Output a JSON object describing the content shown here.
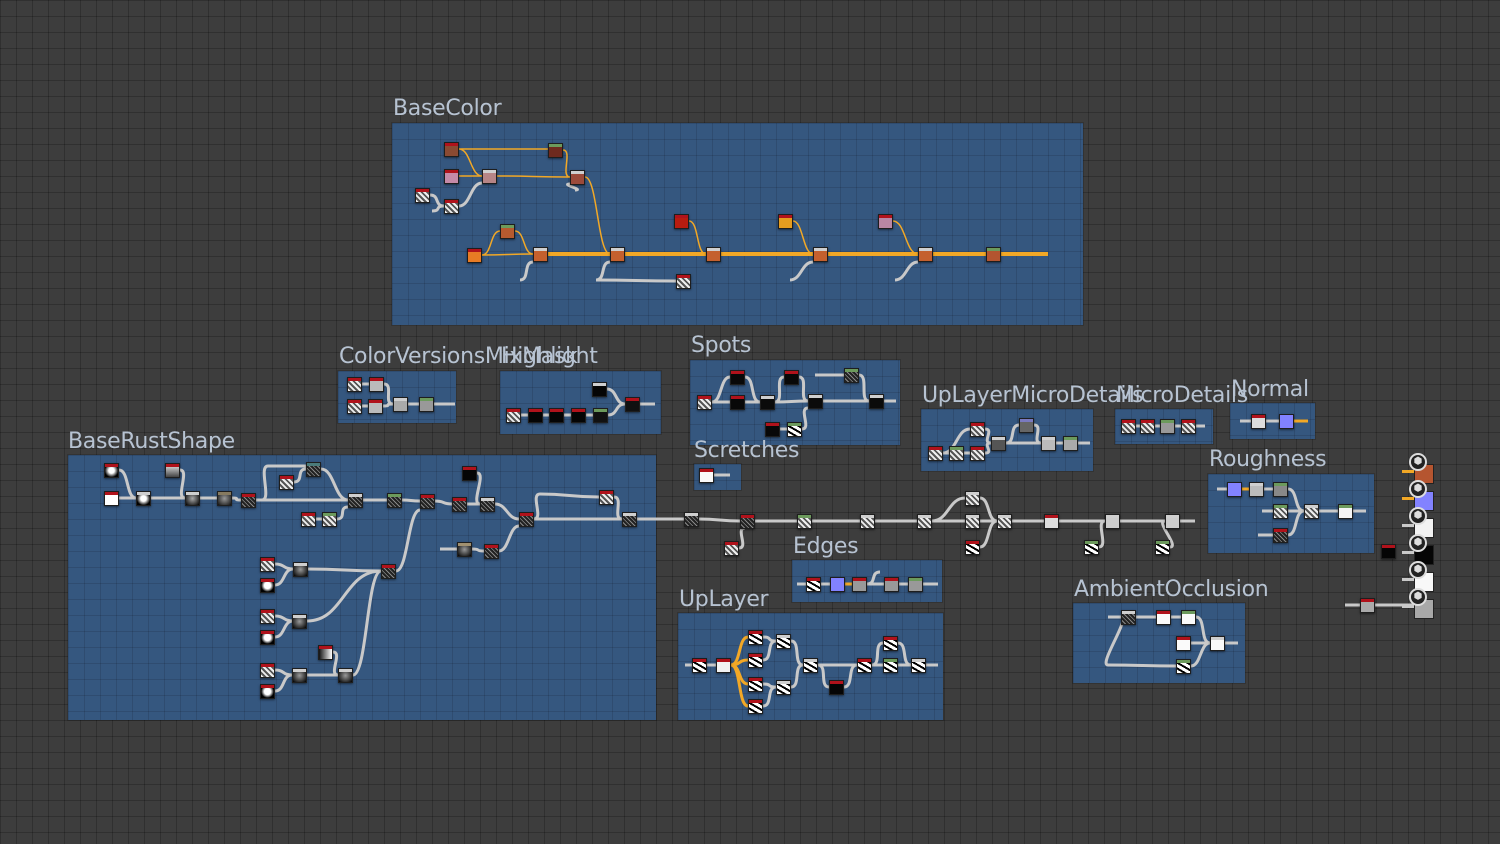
{
  "app": {
    "view": "Substance Designer node graph"
  },
  "colors": {
    "canvas_bg": "#3d3d3d",
    "frame_bg": "#35577f",
    "frame_title": "#b7c3d2",
    "wire_gray": "#c9c9c9",
    "wire_orange": "#f2a826",
    "header_red": "#b0121b",
    "header_green": "#6c9a5c",
    "header_gray": "#cfcfcf"
  },
  "frames": [
    {
      "id": "basecolor",
      "title": "BaseColor"
    },
    {
      "id": "colorversionsmixmask",
      "title": "ColorVersionsMixMask"
    },
    {
      "id": "highlight",
      "title": "Highlight"
    },
    {
      "id": "spots",
      "title": "Spots"
    },
    {
      "id": "scretches",
      "title": "Scretches"
    },
    {
      "id": "uplayermicrodetails",
      "title": "UpLayerMicroDetails"
    },
    {
      "id": "microdetails",
      "title": "MicroDetails"
    },
    {
      "id": "normal",
      "title": "Normal"
    },
    {
      "id": "roughness",
      "title": "Roughness"
    },
    {
      "id": "baserustshape",
      "title": "BaseRustShape"
    },
    {
      "id": "edges",
      "title": "Edges"
    },
    {
      "id": "uplayer",
      "title": "UpLayer"
    },
    {
      "id": "ambientocclusion",
      "title": "AmbientOcclusion"
    }
  ],
  "outputs": [
    {
      "name": "basecolor-output",
      "preview": "#b55530",
      "connector": "orange"
    },
    {
      "name": "normal-output",
      "preview": "#8282ff",
      "connector": "orange"
    },
    {
      "name": "roughness-output",
      "preview": "#f2f2f2",
      "connector": "gray"
    },
    {
      "name": "metallic-output",
      "preview": "#050505",
      "connector": "gray"
    },
    {
      "name": "height-output",
      "preview": "#f8f8f8",
      "connector": "gray"
    },
    {
      "name": "ambientocclusion-output",
      "preview": "#a8a8a8",
      "connector": "gray"
    }
  ],
  "output_icon_glyph": "⬢"
}
